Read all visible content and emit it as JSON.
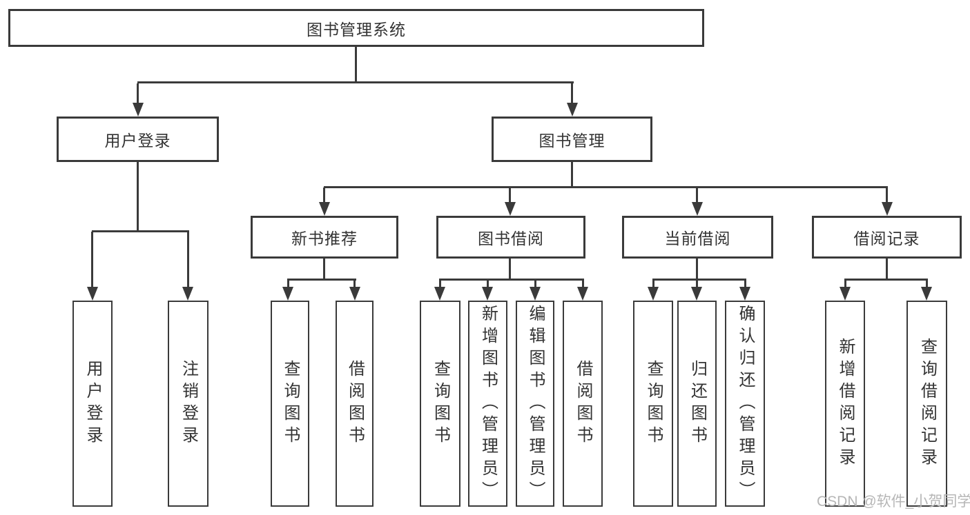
{
  "diagram": {
    "root": {
      "label": "图书管理系统"
    },
    "branches": [
      {
        "label": "用户登录",
        "children": [
          "用户登录",
          "注销登录"
        ]
      },
      {
        "label": "图书管理",
        "sections": [
          {
            "label": "新书推荐",
            "children": [
              "查询图书",
              "借阅图书"
            ]
          },
          {
            "label": "图书借阅",
            "children": [
              "查询图书",
              "新增图书（管理员）",
              "编辑图书（管理员）",
              "借阅图书"
            ]
          },
          {
            "label": "当前借阅",
            "children": [
              "查询图书",
              "归还图书",
              "确认归还（管理员）"
            ]
          },
          {
            "label": "借阅记录",
            "children": [
              "新增借阅记录",
              "查询借阅记录"
            ]
          }
        ]
      }
    ]
  },
  "watermark": {
    "text": "CSDN @软件_小贺同学"
  },
  "colors": {
    "line": "#3a3a3a",
    "text": "#333333",
    "watermark": "#b6b6b6",
    "background": "#ffffff"
  }
}
